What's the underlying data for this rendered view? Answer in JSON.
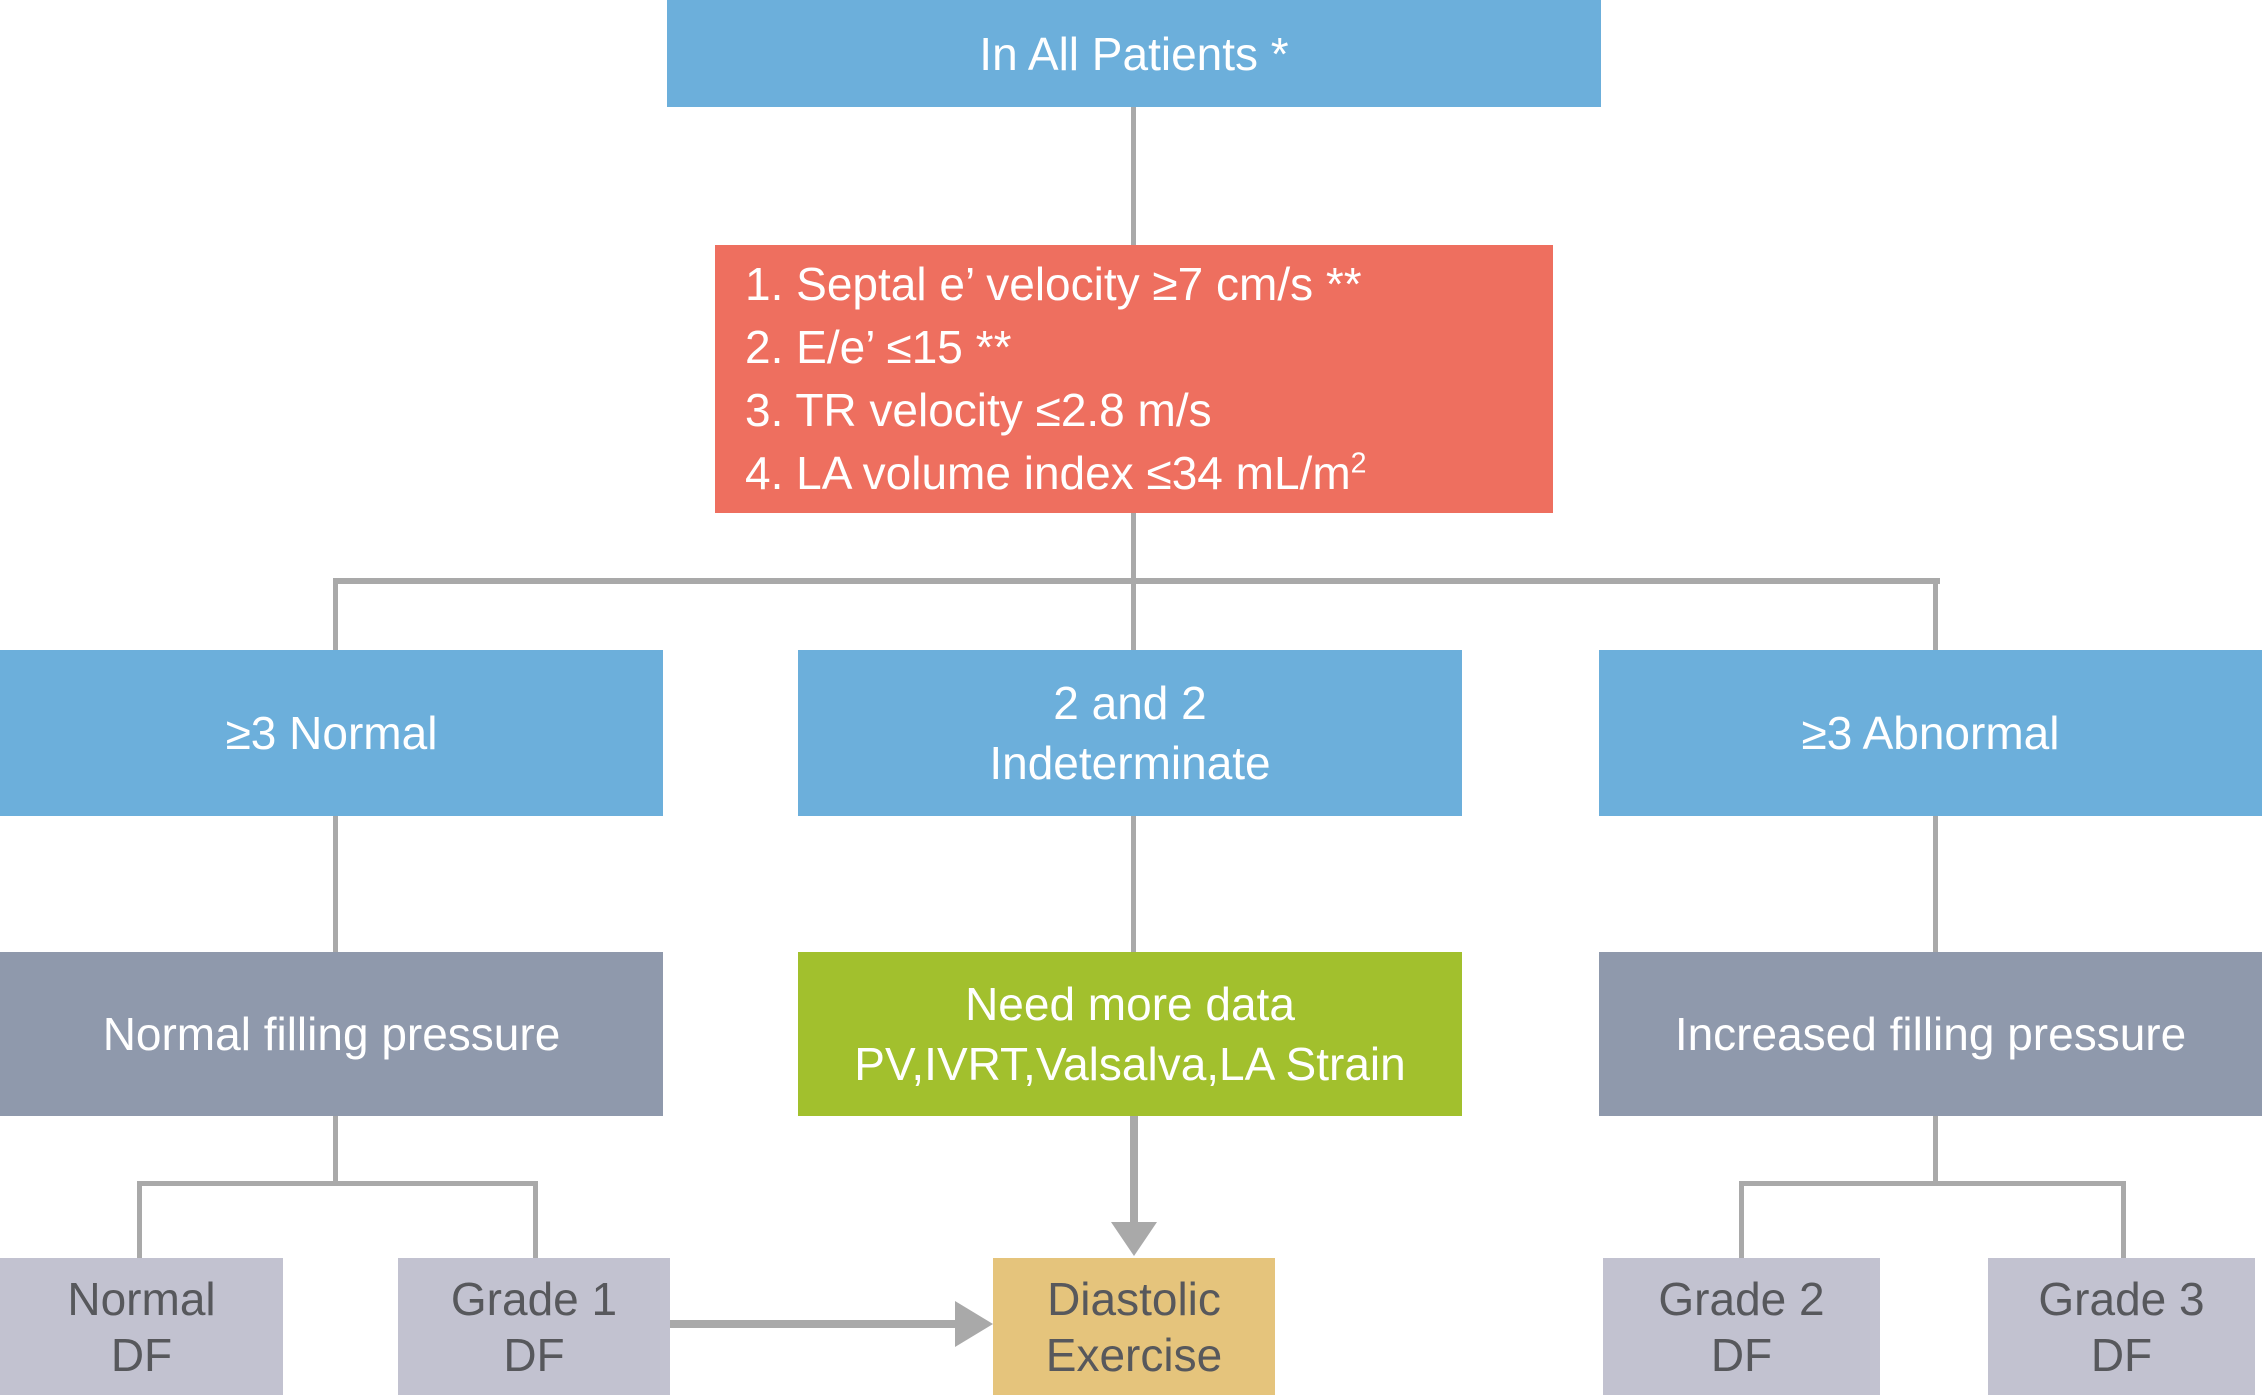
{
  "colors": {
    "branch_blue": "#6cafdb",
    "criteria_red": "#ee6f5f",
    "pressure_slate": "#8f99ac",
    "more_data_green": "#a2c02d",
    "grade_lavender": "#c2c2d0",
    "exercise_tan": "#e5c47c",
    "connector_gray": "#a9a9a9",
    "dark_text": "#57585c",
    "light_text": "#ffffff",
    "background": "#ffffff"
  },
  "nodes": {
    "root": {
      "label": "In All Patients *"
    },
    "criteria": {
      "line1": "1. Septal e’ velocity ≥7 cm/s **",
      "line2": "2. E/e’ ≤15 **",
      "line3": "3. TR velocity ≤2.8 m/s",
      "line4_base": "4. LA volume index ≤34 mL/m",
      "line4_sup": "2"
    },
    "branch_normal": {
      "label": "≥3 Normal"
    },
    "branch_indeterminate": {
      "line1": "2 and 2",
      "line2": "Indeterminate"
    },
    "branch_abnormal": {
      "label": "≥3 Abnormal"
    },
    "normal_filling": {
      "label": "Normal filling pressure"
    },
    "need_more_data": {
      "line1": "Need more data",
      "line2": "PV,IVRT,Valsalva,LA Strain"
    },
    "increased_filling": {
      "label": "Increased filling pressure"
    },
    "normal_df": {
      "line1": "Normal",
      "line2": "DF"
    },
    "grade1_df": {
      "line1": "Grade 1",
      "line2": "DF"
    },
    "diastolic_exercise": {
      "line1": "Diastolic",
      "line2": "Exercise"
    },
    "grade2_df": {
      "line1": "Grade 2",
      "line2": "DF"
    },
    "grade3_df": {
      "line1": "Grade 3",
      "line2": "DF"
    }
  }
}
